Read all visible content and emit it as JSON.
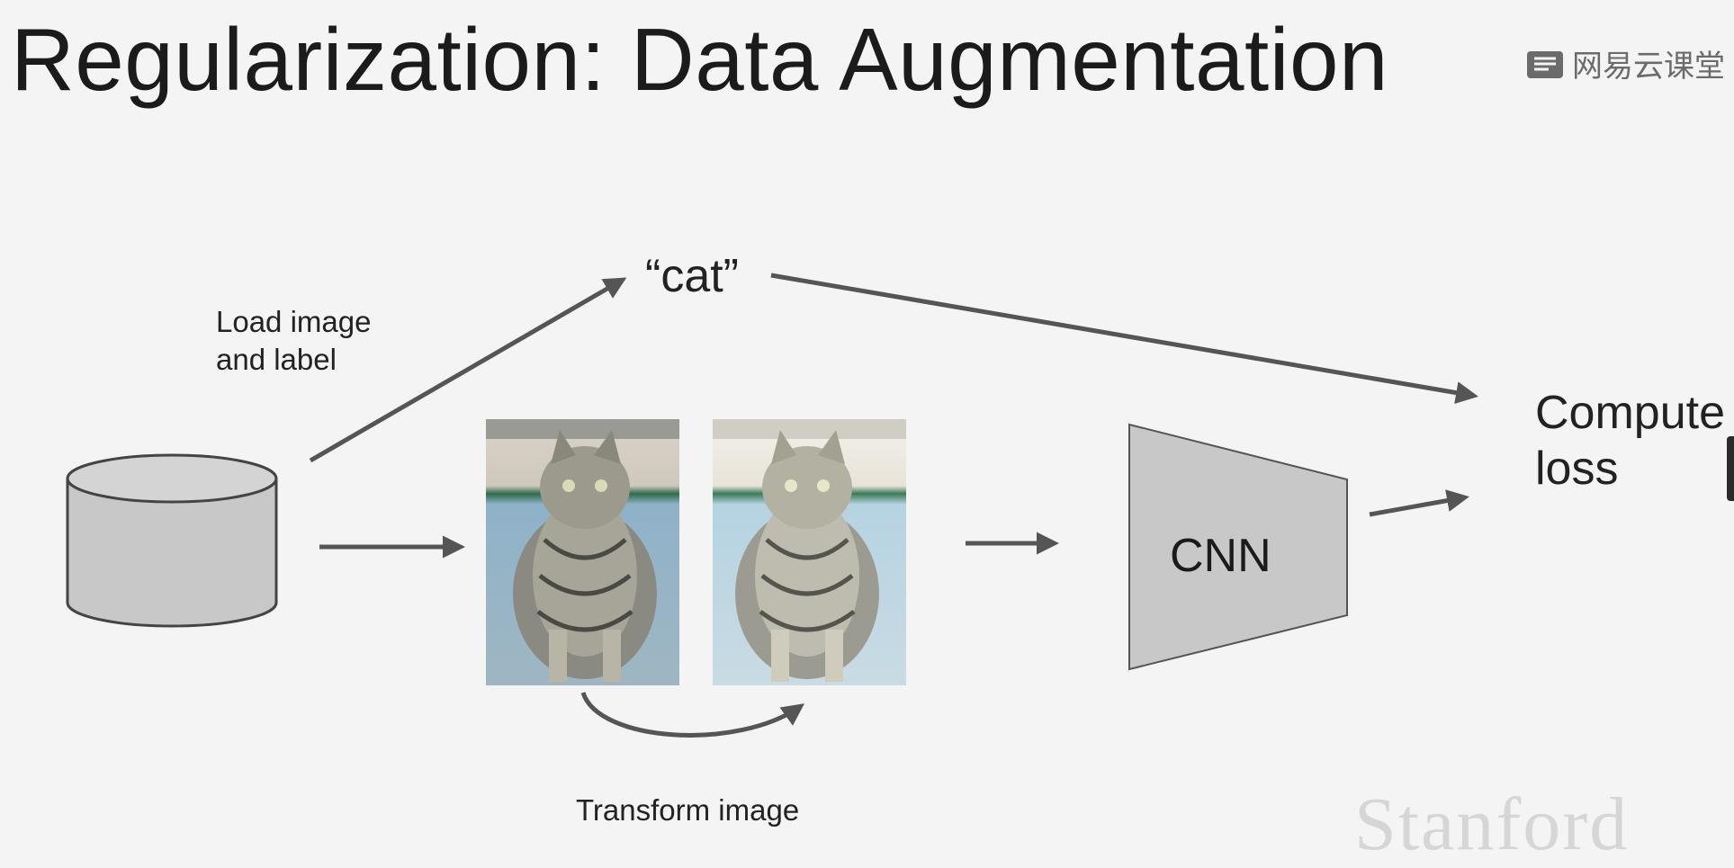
{
  "title": "Regularization: Data Augmentation",
  "watermark": {
    "text": "网易云课堂"
  },
  "diagram": {
    "label_cat": "“cat”",
    "label_load": [
      "Load image",
      "and label"
    ],
    "label_compute": [
      "Compute",
      "loss"
    ],
    "label_transform": "Transform image",
    "cnn_label": "CNN"
  },
  "footer": {
    "university": "Stanford"
  },
  "colors": {
    "background": "#f4f4f4",
    "arrow": "#555555",
    "shape_fill": "#c8c8c8",
    "shape_stroke": "#444444"
  }
}
